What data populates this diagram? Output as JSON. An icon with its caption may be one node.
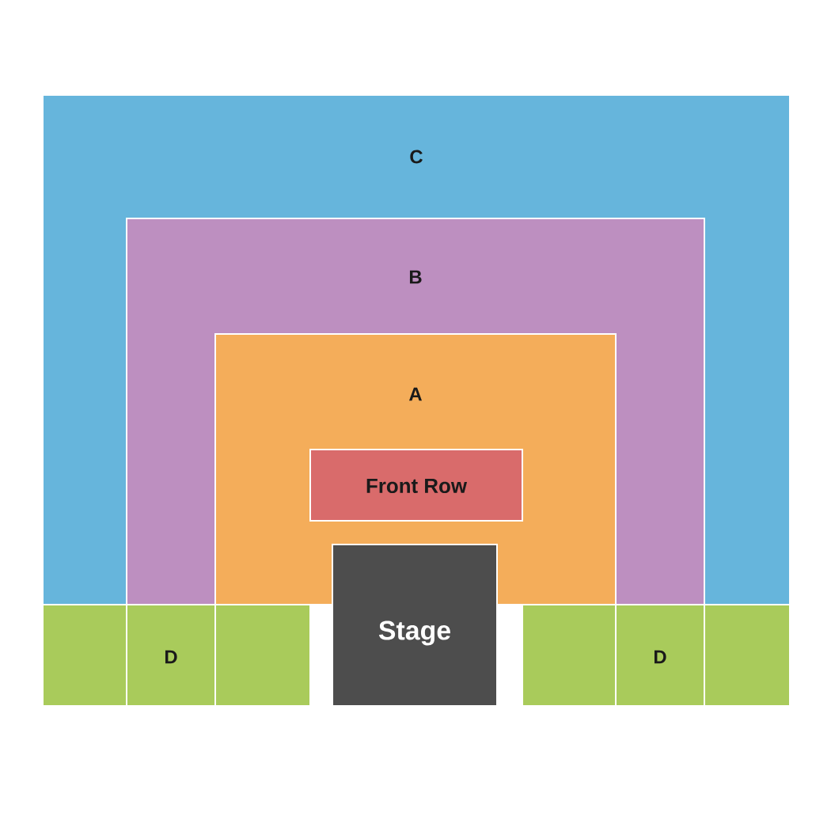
{
  "diagram": {
    "nodes": [
      {
        "text": [
          "C"
        ]
      },
      {
        "text": [
          "B"
        ],
        "in": 0
      },
      {
        "text": [
          "A"
        ],
        "in": 1
      },
      {
        "text": [
          "Front Row"
        ],
        "in": 2
      },
      {
        "text": [
          "Stage"
        ]
      },
      {
        "text": [],
        "shape": "box"
      },
      {
        "text": [
          "D"
        ]
      },
      {
        "text": [],
        "shape": "box"
      },
      {
        "text": [],
        "shape": "box"
      },
      {
        "text": [
          "D"
        ]
      },
      {
        "text": [],
        "shape": "box"
      }
    ]
  }
}
